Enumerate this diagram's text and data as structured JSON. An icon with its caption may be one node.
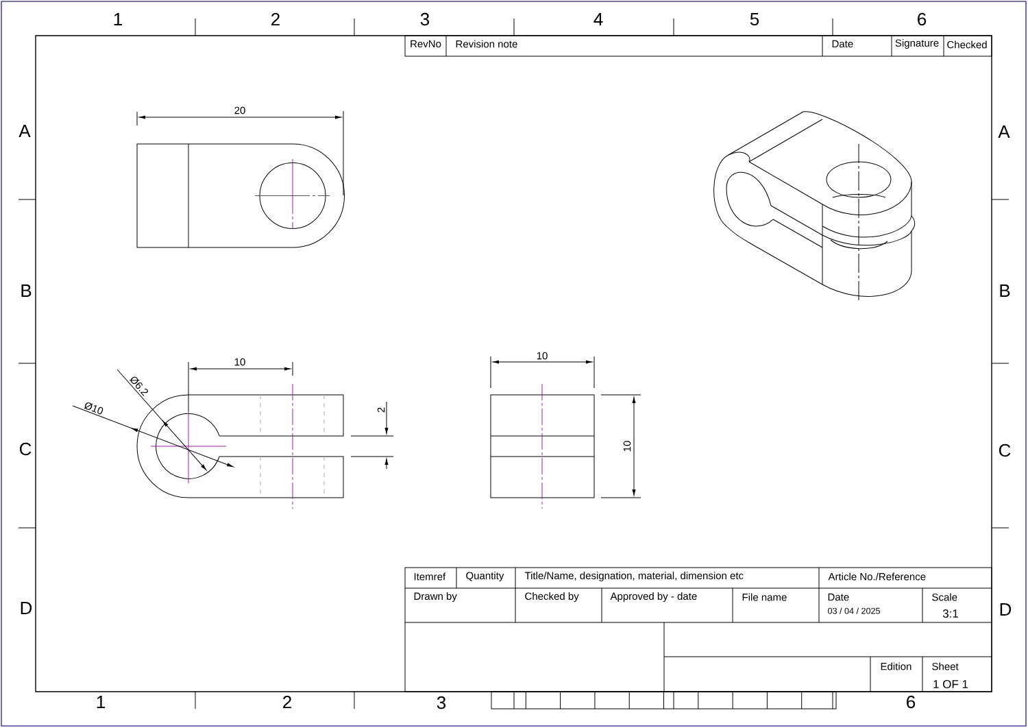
{
  "diagram": {
    "labels": [
      "1",
      "2",
      "3",
      "4",
      "5",
      "6",
      "RevNo",
      "Revision note",
      "Date",
      "Signature",
      "Checked",
      "A",
      "20",
      "A",
      "B",
      "B",
      "10",
      "10",
      "Ø6.2",
      "Ø10",
      "2",
      "C",
      "10",
      "C",
      "Itemref",
      "Quantity",
      "Title/Name, designation, material, dimension etc",
      "Article No./Reference",
      "D",
      "Drawn by",
      "Checked by",
      "Approved by - date",
      "File name",
      "Date",
      "03 / 04 / 2025",
      "Scale",
      "3:1",
      "D",
      "Edition",
      "Sheet",
      "1 OF 1",
      "1",
      "2",
      "3",
      "6"
    ]
  }
}
